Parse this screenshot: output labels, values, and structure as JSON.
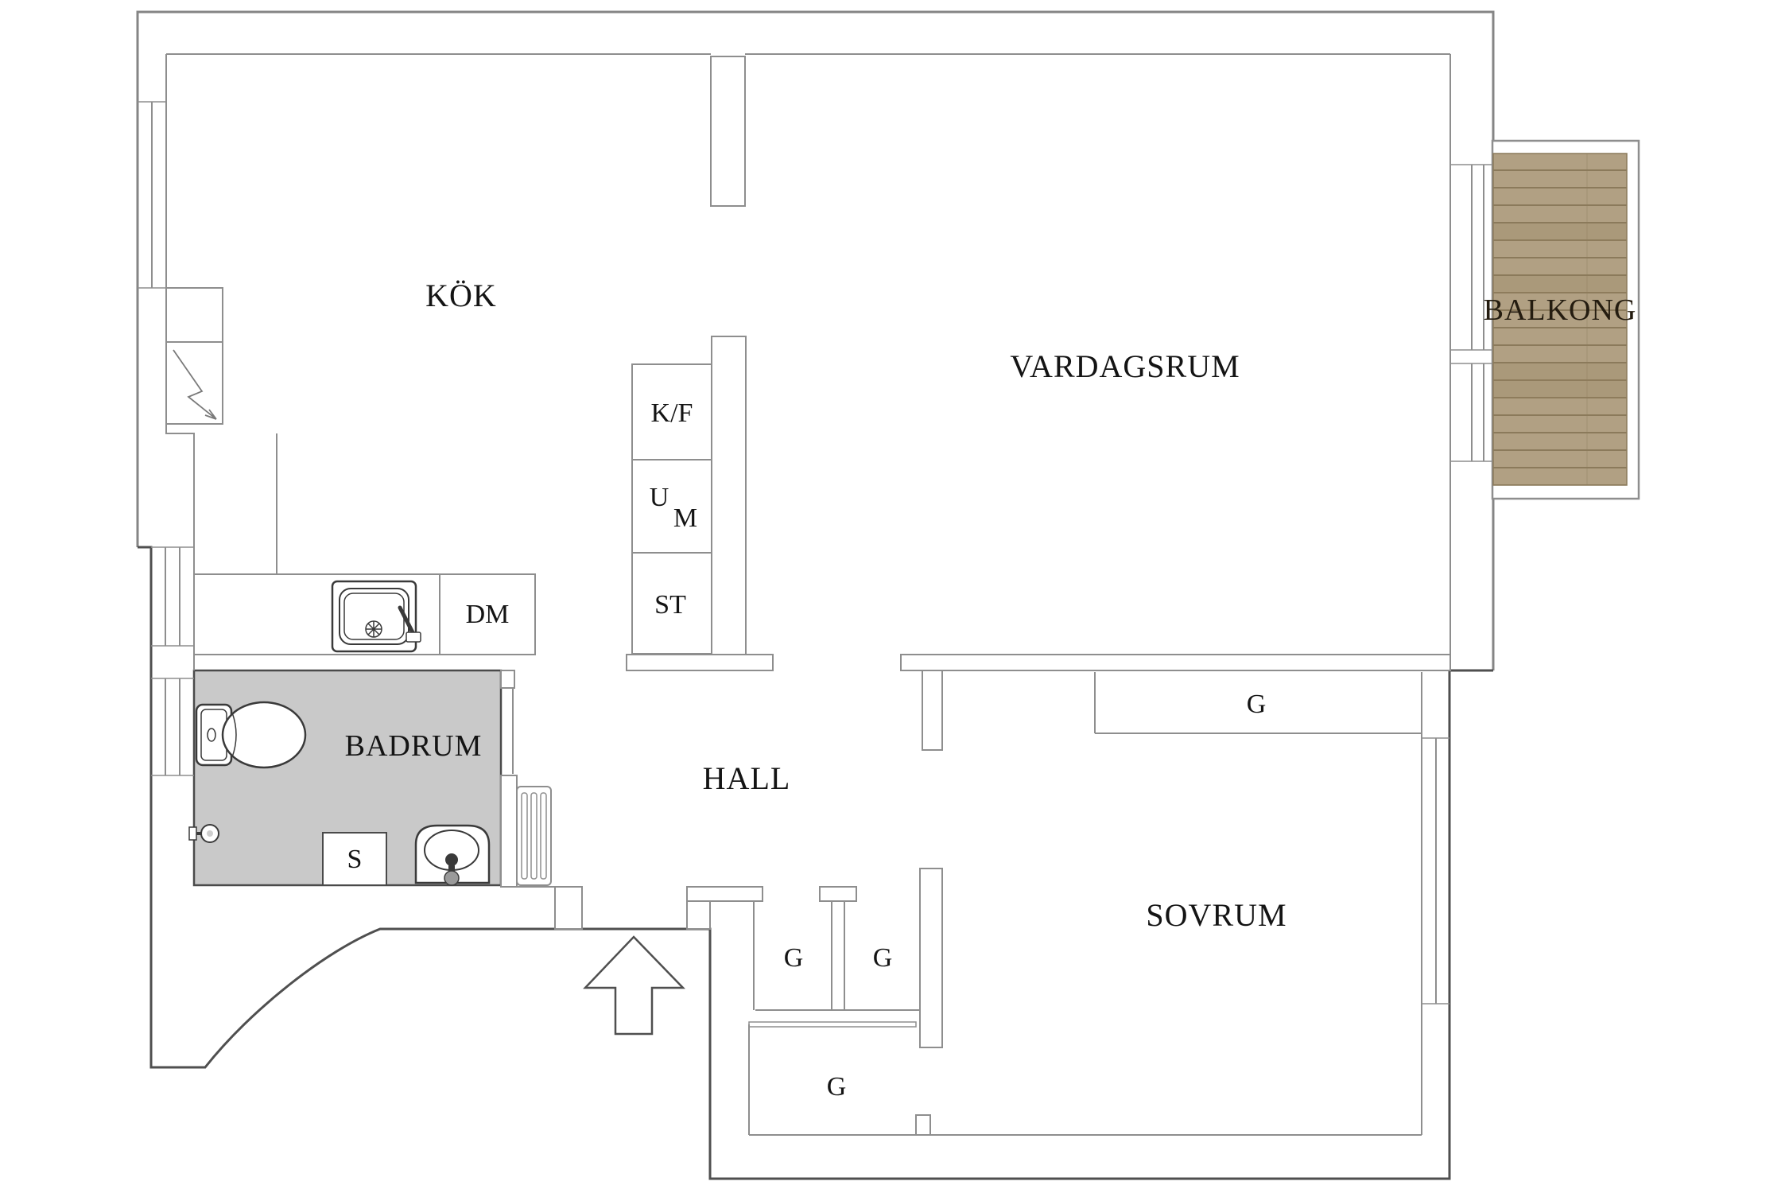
{
  "floorplan": {
    "title": "apartment-floor-plan",
    "rooms": {
      "kok": {
        "label": "KÖK"
      },
      "vardagsrum": {
        "label": "VARDAGSRUM"
      },
      "balkong": {
        "label": "BALKONG"
      },
      "badrum": {
        "label": "BADRUM"
      },
      "hall": {
        "label": "HALL"
      },
      "sovrum": {
        "label": "SOVRUM"
      }
    },
    "units": {
      "fridge_freezer": {
        "label": "K/F"
      },
      "washer_u": {
        "label": "U"
      },
      "washer_m": {
        "label": "M"
      },
      "tall_cabinet": {
        "label": "ST"
      },
      "dishwasher": {
        "label": "DM"
      },
      "bathroom_unit": {
        "label": "S"
      }
    },
    "closets": {
      "wardrobe_bedroom": {
        "label": "G"
      },
      "wardrobe_hall_1": {
        "label": "G"
      },
      "wardrobe_hall_2": {
        "label": "G"
      },
      "wardrobe_hall_3": {
        "label": "G"
      }
    },
    "colors": {
      "wall_light": "#858585",
      "wall_dark": "#4f4f4f",
      "wall_line": "#8e8e8e",
      "fixture": "#3a3a3a",
      "bathroom_floor": "#c9c9c9",
      "bathroom_border": "#4a4a4a",
      "wood_deck": "#b1a083",
      "wood_plank": "#8b7a5b",
      "wood_shadow": "#97855f",
      "text": "#141414"
    }
  }
}
